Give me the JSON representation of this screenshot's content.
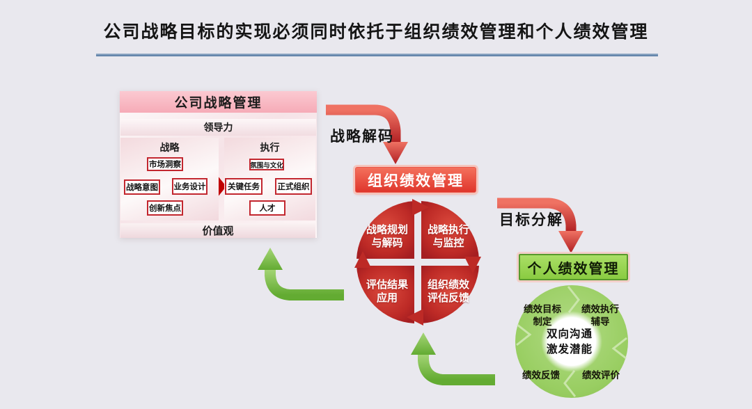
{
  "title": "公司战略目标的实现必须同时依托于组织绩效管理和个人绩效管理",
  "blm": {
    "title": "公司战略管理",
    "leadership": "领导力",
    "values": "价值观",
    "strategy": {
      "label": "战略",
      "top": "市场洞察",
      "left": "战略意图",
      "right": "业务设计",
      "bottom": "创新焦点"
    },
    "execution": {
      "label": "执行",
      "top": "氛围与文化",
      "left": "关键任务",
      "right": "正式组织",
      "bottom": "人才"
    }
  },
  "org": {
    "arrow_label": "战略解码",
    "title": "组织绩效管理",
    "quadrants": [
      {
        "line1": "战略规划",
        "line2": "与解码"
      },
      {
        "line1": "战略执行",
        "line2": "与监控"
      },
      {
        "line1": "评估结果",
        "line2": "应用"
      },
      {
        "line1": "组织绩效",
        "line2": "评估反馈"
      }
    ]
  },
  "personal": {
    "arrow_label": "目标分解",
    "title": "个人绩效管理",
    "segments": [
      {
        "line1": "绩效目标",
        "line2": "制定"
      },
      {
        "line1": "绩效执行",
        "line2": "辅导"
      },
      {
        "line1": "绩效反馈",
        "line2": ""
      },
      {
        "line1": "绩效评价",
        "line2": ""
      }
    ],
    "center": {
      "line1": "双向沟通",
      "line2": "激发潜能"
    }
  },
  "colors": {
    "background": "#e9e8ee",
    "divider_blue": "#4f759f",
    "blm_header_pink": "#f6abb7",
    "node_border_red": "#c2262e",
    "org_red": "#df362c",
    "personal_green": "#8acb41",
    "arrow_red": "#c5302e",
    "arrow_green": "#76b945"
  }
}
